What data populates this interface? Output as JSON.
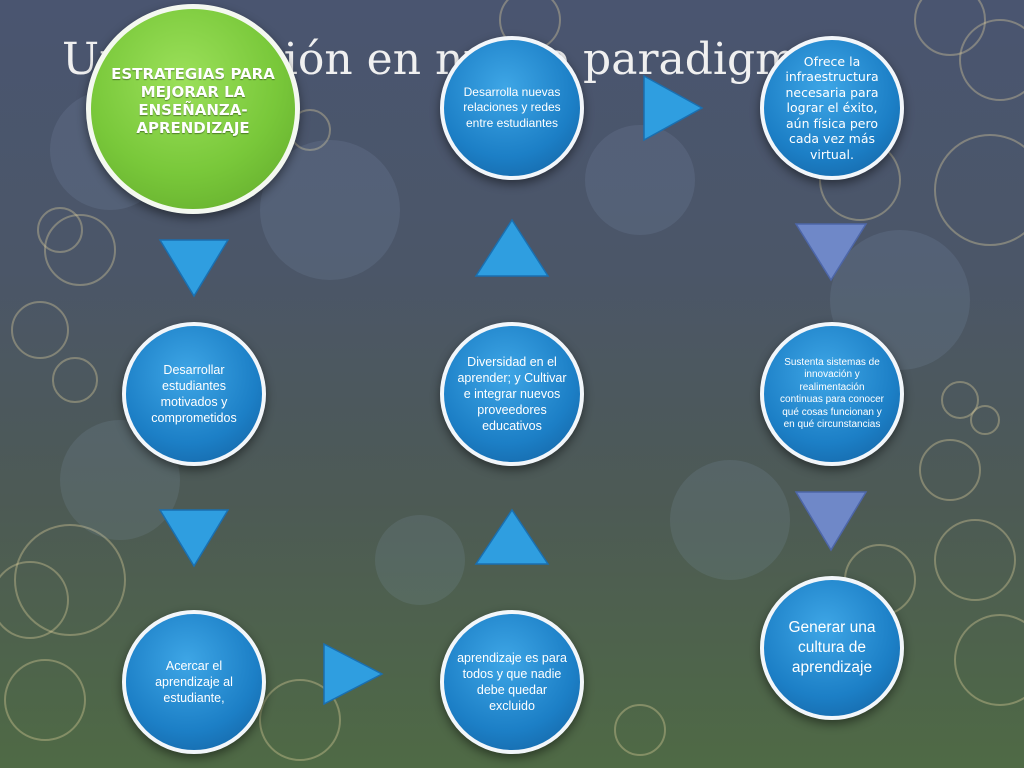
{
  "slide": {
    "title": "Una solución en nuevo paradigma"
  },
  "nodes": {
    "main": "ESTRATEGIAS PARA MEJORAR LA ENSEÑANZA-APRENDIZAJE",
    "motivated": "Desarrollar estudiantes motivados y comprometidos",
    "closer": "Acercar el aprendizaje al estudiante,",
    "everyone": "aprendizaje es para todos y que nadie debe quedar excluido",
    "diversity": "Diversidad en el aprender; y Cultivar e integrar nuevos proveedores educativos",
    "relations": "Desarrolla nuevas relaciones y redes entre estudiantes",
    "infrastructure": "Ofrece la infraestructura necesaria para lograr el éxito, aún física pero cada vez más virtual.",
    "innovation": "Sustenta sistemas de innovación y realimentación continuas para conocer qué cosas funcionan y en qué circunstancias",
    "culture": "Generar una cultura de aprendizaje"
  },
  "colors": {
    "node_blue": "#1c7fc6",
    "node_green": "#79c83a",
    "arrow_blue": "#2f8fd6",
    "arrow_slate": "#6f88c8"
  }
}
